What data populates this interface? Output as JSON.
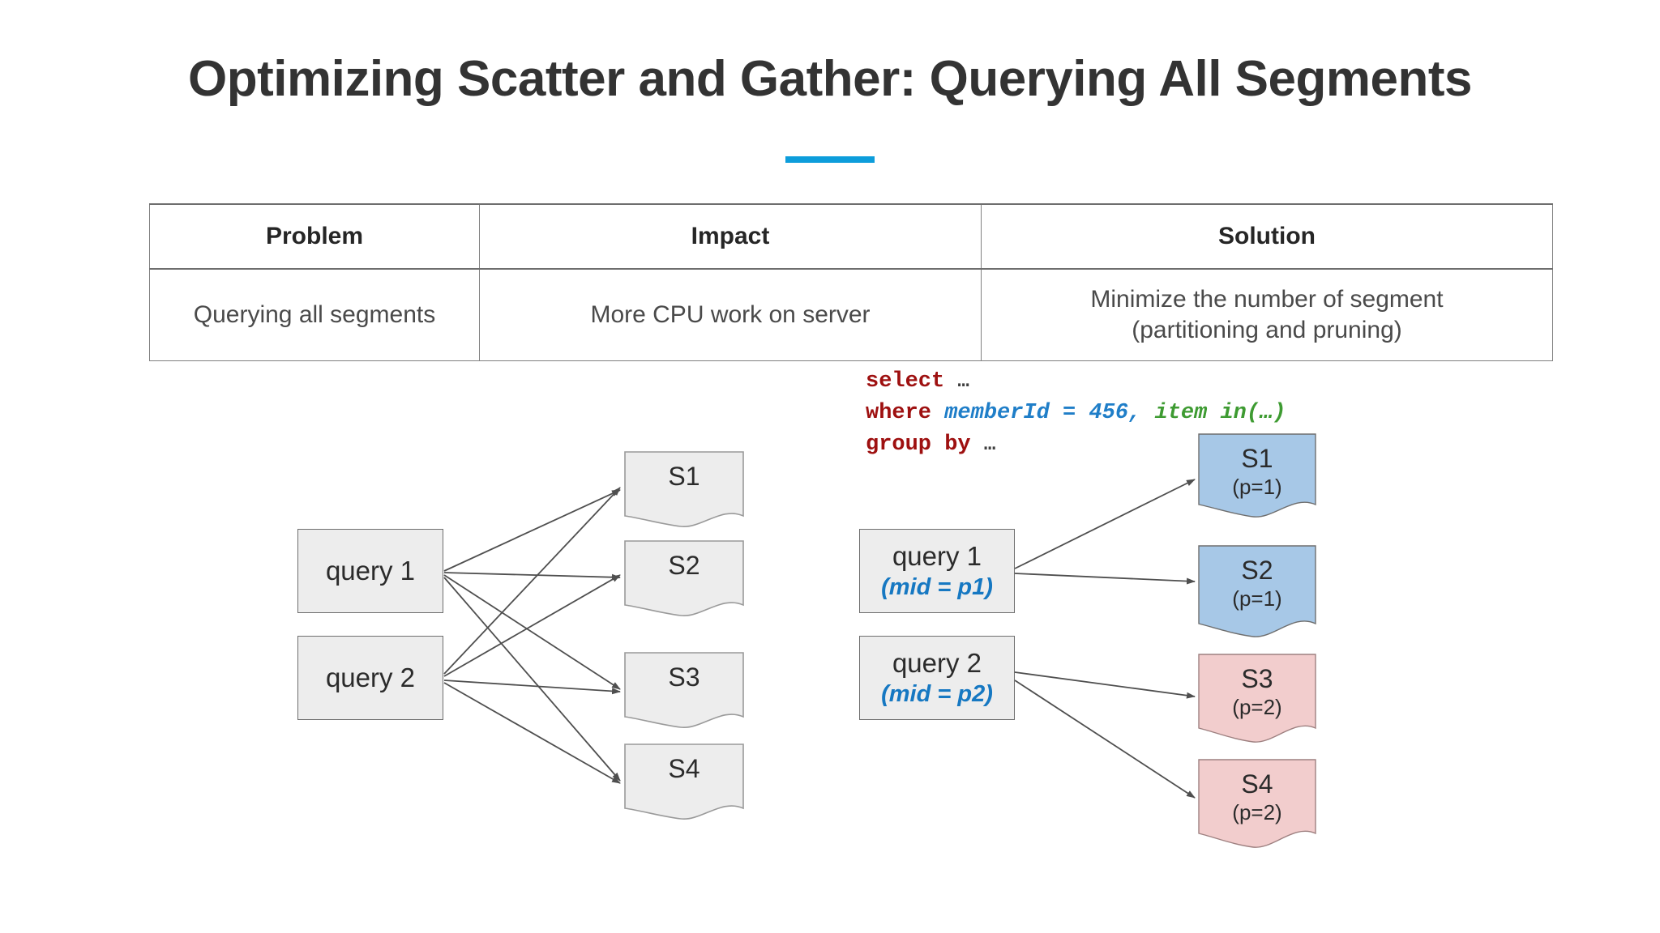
{
  "slide": {
    "title": "Optimizing Scatter and Gather: Querying All Segments",
    "accent_color": "#0d9ddb"
  },
  "table": {
    "headers": [
      "Problem",
      "Impact",
      "Solution"
    ],
    "rows": [
      [
        "Querying all segments",
        "More CPU work on server",
        "Minimize the number of segment (partitioning and pruning)"
      ]
    ],
    "solution_line_1": "Minimize the number of segment",
    "solution_line_2": "(partitioning and pruning)"
  },
  "sql": {
    "line1_keyword": "select",
    "line1_dots": "…",
    "line2_keyword": "where",
    "line2_column": "memberId = 456,",
    "line2_item": "item in(…)",
    "line3_keyword": "group by",
    "line3_dots": "…",
    "keyword_color": "#9e1010",
    "column_color": "#1f7ec8",
    "item_color": "#3e9b32"
  },
  "left_diagram": {
    "title": "scatter-gather-all-segments",
    "queries": [
      {
        "label": "query 1"
      },
      {
        "label": "query 2"
      }
    ],
    "segments": [
      {
        "label": "S1",
        "fill": "#ededed"
      },
      {
        "label": "S2",
        "fill": "#ededed"
      },
      {
        "label": "S3",
        "fill": "#ededed"
      },
      {
        "label": "S4",
        "fill": "#ededed"
      }
    ],
    "edges": [
      [
        "query 1",
        "S1"
      ],
      [
        "query 1",
        "S2"
      ],
      [
        "query 1",
        "S3"
      ],
      [
        "query 1",
        "S4"
      ],
      [
        "query 2",
        "S1"
      ],
      [
        "query 2",
        "S2"
      ],
      [
        "query 2",
        "S3"
      ],
      [
        "query 2",
        "S4"
      ]
    ]
  },
  "right_diagram": {
    "title": "partitioned-pruned-segments",
    "queries": [
      {
        "label": "query 1",
        "sub": "(mid = p1)"
      },
      {
        "label": "query 2",
        "sub": "(mid = p2)"
      }
    ],
    "segments": [
      {
        "label": "S1",
        "sub": "(p=1)",
        "fill": "#a7c8e7"
      },
      {
        "label": "S2",
        "sub": "(p=1)",
        "fill": "#a7c8e7"
      },
      {
        "label": "S3",
        "sub": "(p=2)",
        "fill": "#f2cdcd"
      },
      {
        "label": "S4",
        "sub": "(p=2)",
        "fill": "#f2cdcd"
      }
    ],
    "edges": [
      [
        "query 1",
        "S1"
      ],
      [
        "query 1",
        "S2"
      ],
      [
        "query 2",
        "S3"
      ],
      [
        "query 2",
        "S4"
      ]
    ]
  }
}
